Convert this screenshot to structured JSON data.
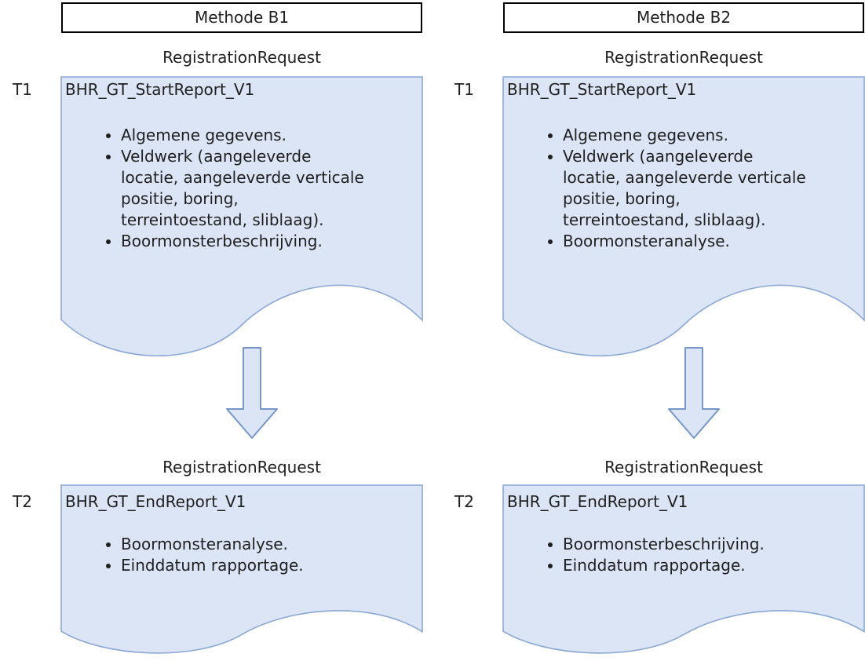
{
  "colors": {
    "doc_fill": "#dbe5f5",
    "doc_border": "#8ba7d4",
    "arrow_fill": "#dbe5f5",
    "arrow_border": "#7596c7",
    "header_border": "#000000",
    "text": "#1f1f1f"
  },
  "columns": [
    {
      "method_label": "Methode B1",
      "stages": [
        {
          "time_label": "T1",
          "request_label": "RegistrationRequest",
          "title": "BHR_GT_StartReport_V1",
          "bullets": [
            {
              "lines": [
                "Algemene gegevens."
              ]
            },
            {
              "lines": [
                "Veldwerk (aangeleverde",
                "locatie, aangeleverde verticale",
                "positie, boring,",
                "terreintoestand, sliblaag)."
              ]
            },
            {
              "lines": [
                "Boormonsterbeschrijving."
              ]
            }
          ]
        },
        {
          "time_label": "T2",
          "request_label": "RegistrationRequest",
          "title": "BHR_GT_EndReport_V1",
          "bullets": [
            {
              "lines": [
                "Boormonsteranalyse."
              ]
            },
            {
              "lines": [
                "Einddatum rapportage."
              ]
            }
          ]
        }
      ]
    },
    {
      "method_label": "Methode B2",
      "stages": [
        {
          "time_label": "T1",
          "request_label": "RegistrationRequest",
          "title": "BHR_GT_StartReport_V1",
          "bullets": [
            {
              "lines": [
                "Algemene gegevens."
              ]
            },
            {
              "lines": [
                "Veldwerk (aangeleverde",
                "locatie, aangeleverde verticale",
                "positie, boring,",
                "terreintoestand, sliblaag)."
              ]
            },
            {
              "lines": [
                "Boormonsteranalyse."
              ]
            }
          ]
        },
        {
          "time_label": "T2",
          "request_label": "RegistrationRequest",
          "title": "BHR_GT_EndReport_V1",
          "bullets": [
            {
              "lines": [
                "Boormonsterbeschrijving."
              ]
            },
            {
              "lines": [
                "Einddatum rapportage."
              ]
            }
          ]
        }
      ]
    }
  ]
}
